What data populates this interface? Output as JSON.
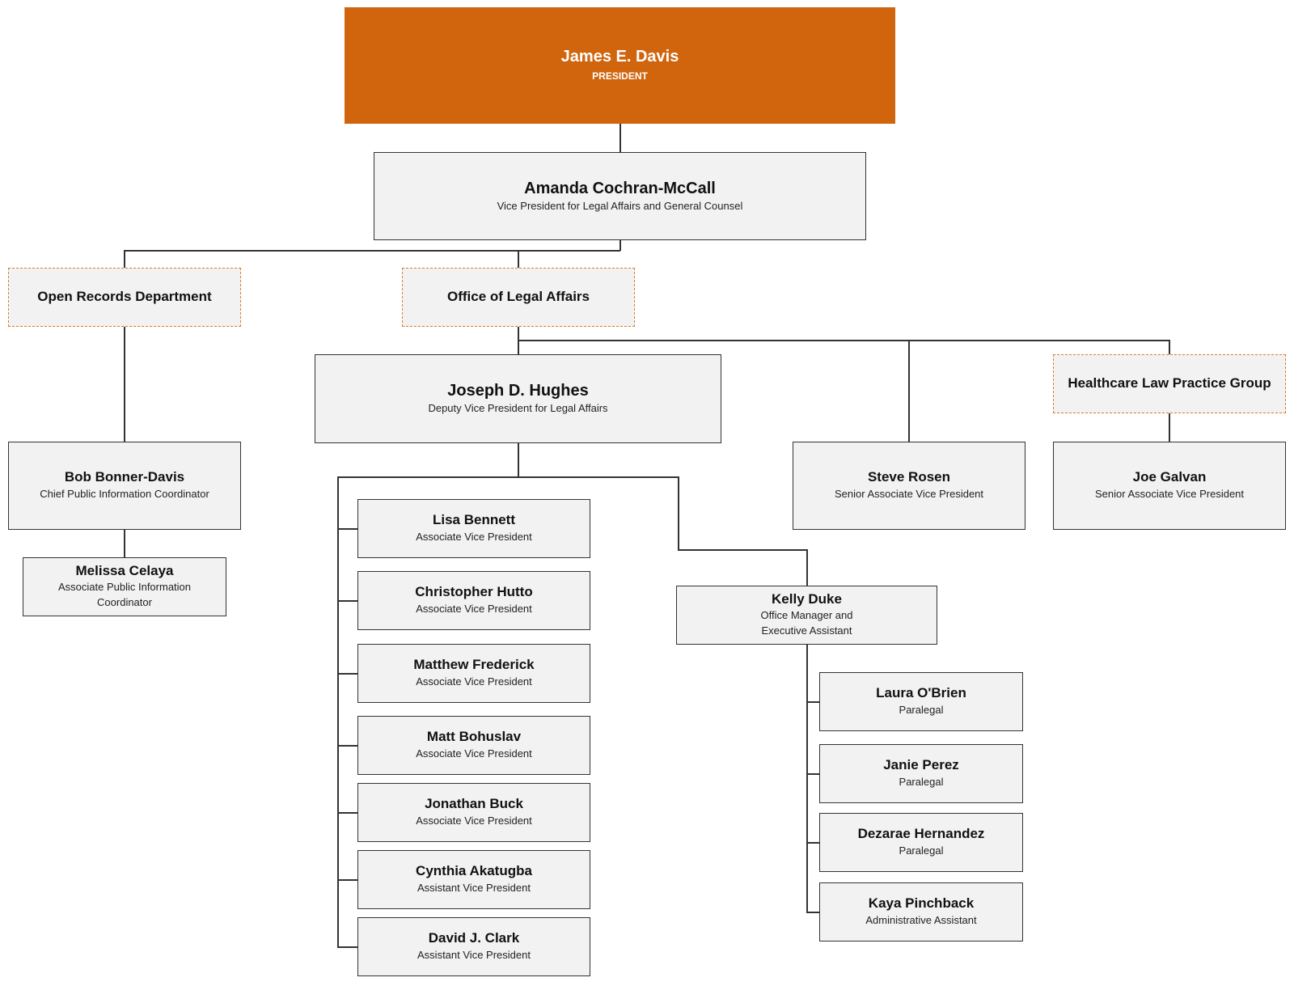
{
  "colors": {
    "top_fill": "#d0650e",
    "box_fill": "#f2f2f2",
    "dept_border": "#e07b2a",
    "line": "#333333"
  },
  "president": {
    "name": "James E. Davis",
    "title": "PRESIDENT"
  },
  "vp": {
    "name": "Amanda Cochran-McCall",
    "title": "Vice President for Legal Affairs and General Counsel"
  },
  "departments": {
    "open_records": "Open Records Department",
    "legal_affairs": "Office of Legal Affairs",
    "healthcare": "Healthcare Law Practice Group"
  },
  "open_records_staff": [
    {
      "name": "Bob Bonner-Davis",
      "title": "Chief Public Information Coordinator"
    },
    {
      "name": "Melissa Celaya",
      "title": "Associate Public Information Coordinator"
    }
  ],
  "deputy": {
    "name": "Joseph D. Hughes",
    "title": "Deputy Vice President for Legal Affairs"
  },
  "senior": [
    {
      "name": "Steve Rosen",
      "title": "Senior Associate Vice President"
    },
    {
      "name": "Joe Galvan",
      "title": "Senior Associate Vice President"
    }
  ],
  "associates": [
    {
      "name": "Lisa Bennett",
      "title": "Associate Vice President"
    },
    {
      "name": "Christopher Hutto",
      "title": "Associate Vice President"
    },
    {
      "name": "Matthew Frederick",
      "title": "Associate Vice President"
    },
    {
      "name": "Matt Bohuslav",
      "title": "Associate Vice President"
    },
    {
      "name": "Jonathan Buck",
      "title": "Associate Vice President"
    },
    {
      "name": "Cynthia Akatugba",
      "title": "Assistant Vice President"
    },
    {
      "name": "David J. Clark",
      "title": "Assistant Vice President"
    }
  ],
  "office_manager": {
    "name": "Kelly Duke",
    "title": "Office Manager and Executive Assistant"
  },
  "support": [
    {
      "name": "Laura O'Brien",
      "title": "Paralegal"
    },
    {
      "name": "Janie Perez",
      "title": "Paralegal"
    },
    {
      "name": "Dezarae Hernandez",
      "title": "Paralegal"
    },
    {
      "name": "Kaya Pinchback",
      "title": "Administrative Assistant"
    }
  ]
}
